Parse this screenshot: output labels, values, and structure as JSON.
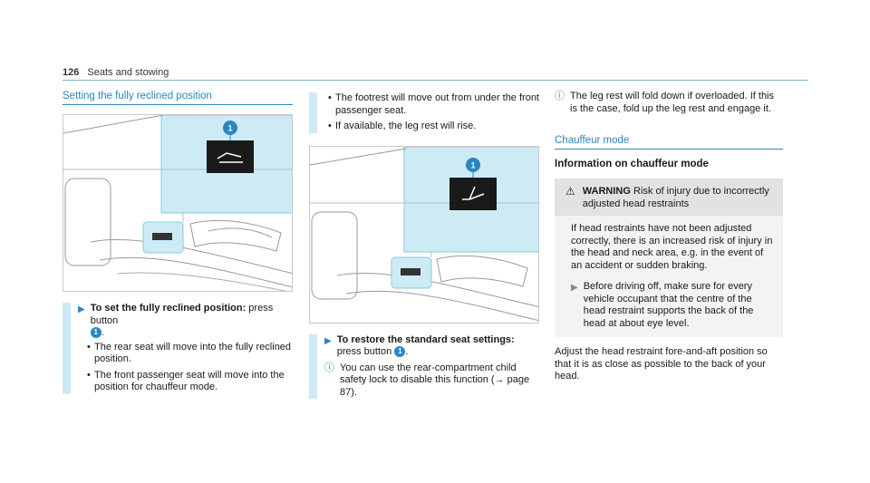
{
  "header": {
    "page_number": "126",
    "section": "Seats and stowing"
  },
  "col1": {
    "title": "Setting the fully reclined position",
    "step_title": "To set the fully reclined position:",
    "step_action": "press button",
    "badge": "1",
    "bullets": [
      "The rear seat will move into the fully reclined position.",
      "The front passenger seat will move into the position for chauffeur mode."
    ]
  },
  "col2": {
    "top_bullets": [
      "The footrest will move out from under the front passenger seat.",
      "If available, the leg rest will rise."
    ],
    "step_title": "To restore the standard seat settings:",
    "step_action": "press button",
    "badge": "1",
    "note": "You can use the rear-compartment child safety lock to disable this function (→ page 87)."
  },
  "col3": {
    "note": "The leg rest will fold down if overloaded. If this is the case, fold up the leg rest and engage it.",
    "section_title": "Chauffeur mode",
    "subhead": "Information on chauffeur mode",
    "warning_label": "WARNING",
    "warning_text": "Risk of injury due to incorrectly adjusted head restraints",
    "warning_body": "If head restraints have not been adjusted correctly, there is an increased risk of injury in the head and neck area, e.g. in the event of an accident or sudden braking.",
    "warning_step": "Before driving off, make sure for every vehicle occupant that the centre of the head restraint supports the back of the head at about eye level.",
    "after_text": "Adjust the head restraint fore-and-aft position so that it is as close as possible to the back of your head."
  },
  "colors": {
    "accent": "#2a86c0",
    "highlight": "#cdebf5"
  },
  "icons": {
    "step": "arrow-right-icon",
    "info": "info-icon",
    "warning": "warning-triangle-icon"
  }
}
